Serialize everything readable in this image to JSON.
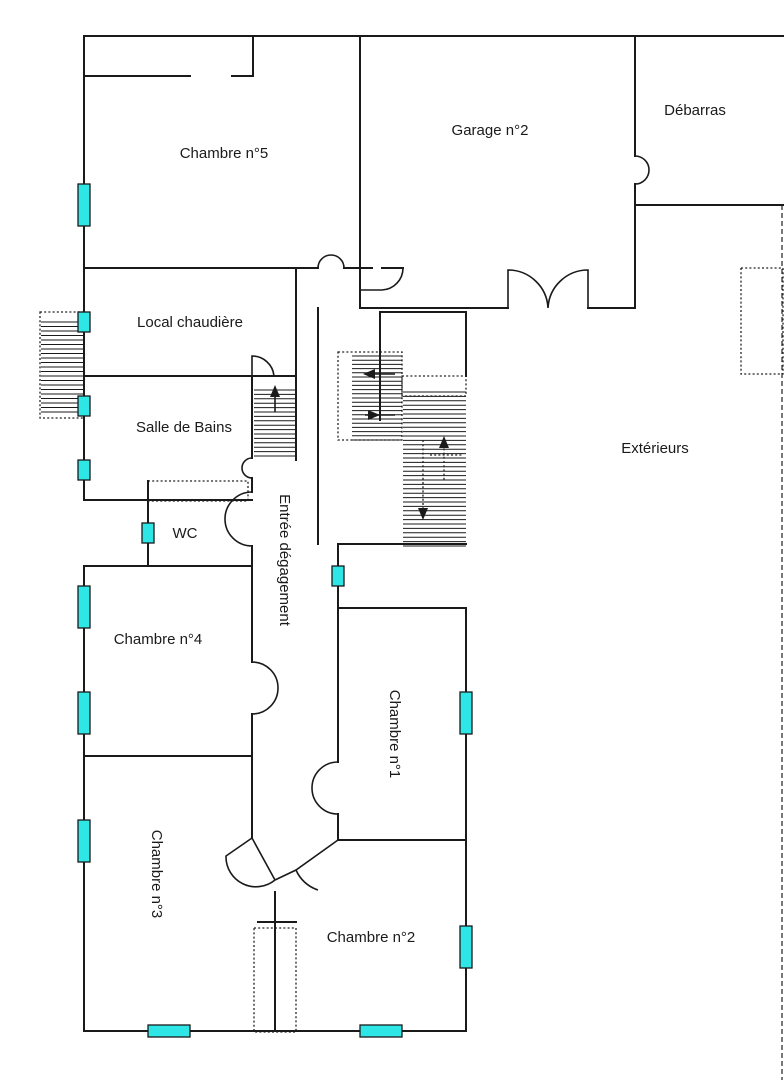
{
  "rooms": {
    "chambre5": "Chambre n°5",
    "garage2": "Garage n°2",
    "debarras": "Débarras",
    "local_chaudiere": "Local chaudière",
    "salle_de_bains": "Salle de Bains",
    "wc": "WC",
    "entree": "Entrée dégagement",
    "exterieurs": "Extérieurs",
    "chambre4": "Chambre n°4",
    "chambre1": "Chambre n°1",
    "chambre3": "Chambre n°3",
    "chambre2": "Chambre n°2"
  },
  "colors": {
    "wall": "#1a1a1a",
    "window": "#2ee6e6",
    "background": "#ffffff"
  }
}
